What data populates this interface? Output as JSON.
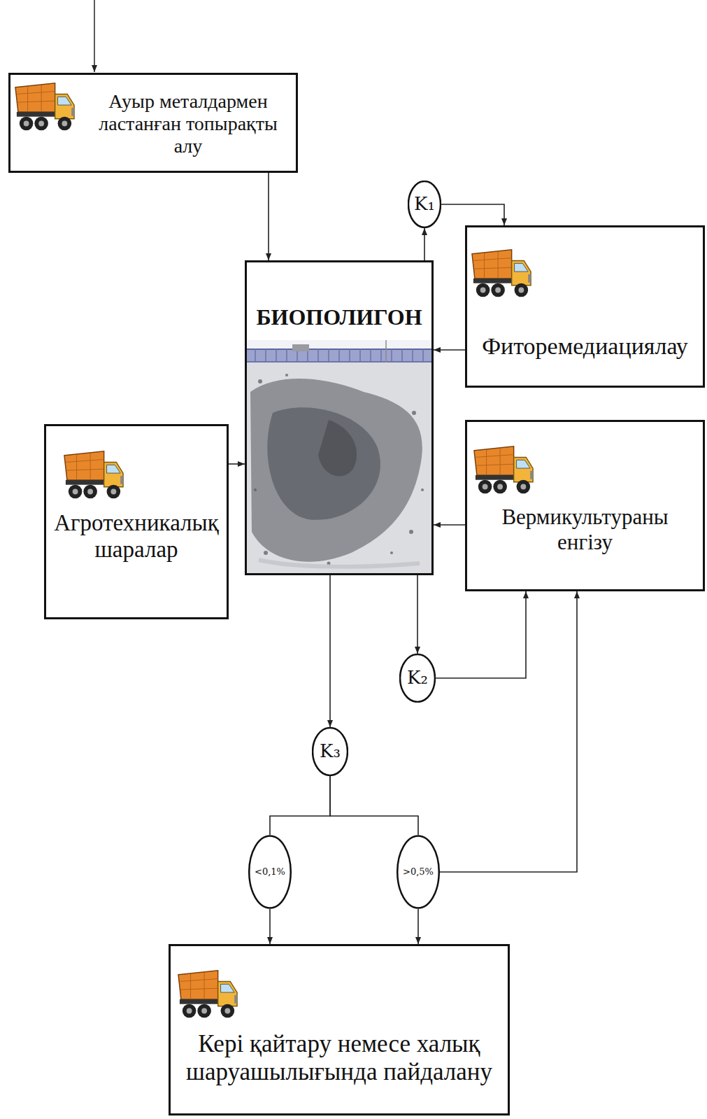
{
  "diagram": {
    "nodes": [
      {
        "text": [
          "Ауыр металдармен ластанған топырақты алу"
        ]
      },
      {
        "text": [
          "K₁"
        ]
      },
      {
        "text": [
          "БИОПОЛИГОН"
        ]
      },
      {
        "text": [
          "Фиторемедиациялау"
        ]
      },
      {
        "text": [
          "Агротехникалық шаралар"
        ]
      },
      {
        "text": [
          "Вермикультураны енгізу"
        ]
      },
      {
        "text": [
          "K₂"
        ]
      },
      {
        "text": [
          "K₃"
        ]
      },
      {
        "text": [
          "<0,1%"
        ]
      },
      {
        "text": [
          ">0,5%"
        ]
      },
      {
        "text": [
          "Кері қайтару немесе халық шаруашылығында пайдалану"
        ]
      }
    ],
    "edges": [
      {
        "from": 0,
        "to": 2,
        "arrow": "to"
      },
      {
        "from": 2,
        "to": 1,
        "arrow": "to"
      },
      {
        "from": 1,
        "to": 3,
        "arrow": "to"
      },
      {
        "from": 3,
        "to": 2,
        "arrow": "to"
      },
      {
        "from": 4,
        "to": 2,
        "arrow": "to"
      },
      {
        "from": 5,
        "to": 2,
        "arrow": "to"
      },
      {
        "from": 2,
        "to": 6,
        "arrow": "to"
      },
      {
        "from": 6,
        "to": 5,
        "arrow": "to"
      },
      {
        "from": 2,
        "to": 7,
        "arrow": "to"
      },
      {
        "from": 7,
        "to": 8,
        "arrow": "none"
      },
      {
        "from": 7,
        "to": 9,
        "arrow": "none"
      },
      {
        "from": 8,
        "to": 10,
        "arrow": "to"
      },
      {
        "from": 9,
        "to": 10,
        "arrow": "to"
      },
      {
        "from": 9,
        "to": 5,
        "arrow": "to"
      }
    ]
  }
}
